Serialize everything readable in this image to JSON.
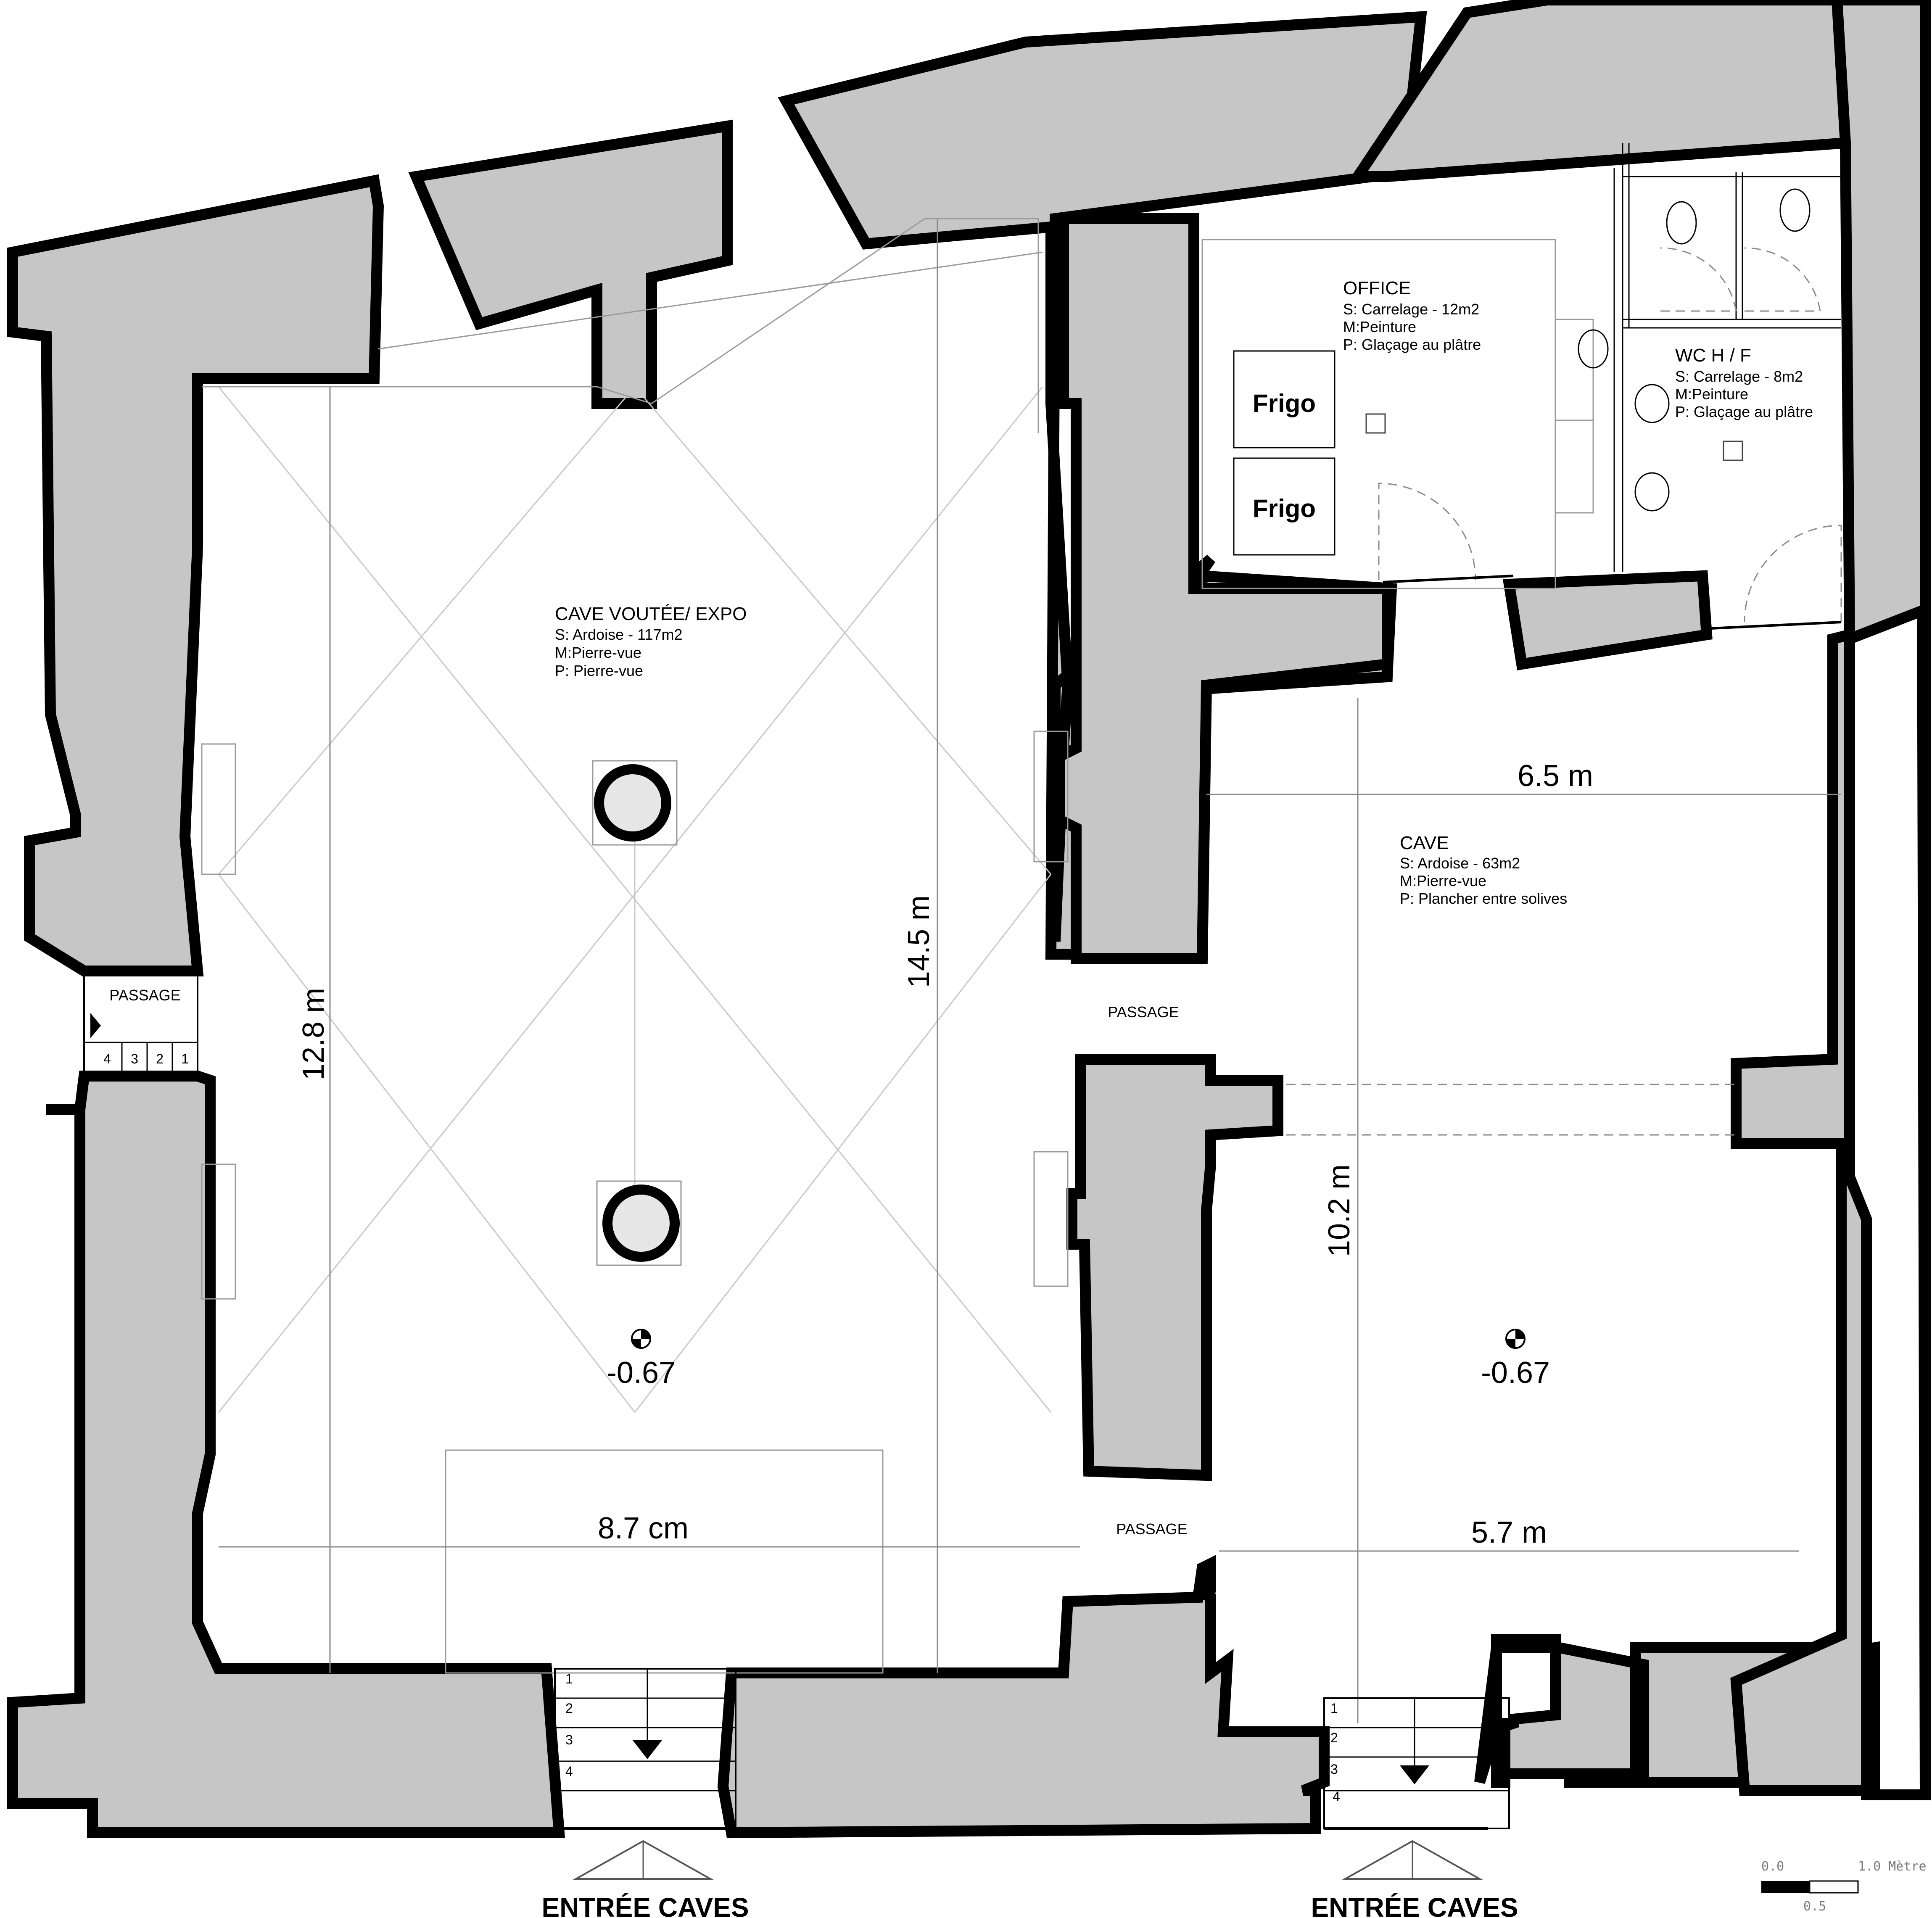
{
  "rooms": {
    "cave_voutee": {
      "title": "CAVE VOUTÉE/ EXPO",
      "sol": "S: Ardoise - 117m2",
      "murs": "M:Pierre-vue",
      "plafond": "P: Pierre-vue"
    },
    "office": {
      "title": "OFFICE",
      "sol": "S: Carrelage - 12m2",
      "murs": "M:Peinture",
      "plafond": "P: Glaçage au plâtre"
    },
    "wc": {
      "title": "WC H / F",
      "sol": "S: Carrelage - 8m2",
      "murs": "M:Peinture",
      "plafond": "P: Glaçage au plâtre"
    },
    "cave": {
      "title": "CAVE",
      "sol": "S: Ardoise - 63m2",
      "murs": "M:Pierre-vue",
      "plafond": "P: Plancher entre solives"
    }
  },
  "equipment": {
    "fridge_1": "Frigo",
    "fridge_2": "Frigo"
  },
  "dimensions": {
    "cave_voutee_height": "12.8 m",
    "cave_voutee_length": "14.5 m",
    "cave_voutee_width": "8.7 cm",
    "cave_width_top": "6.5 m",
    "cave_width_bottom": "5.7 m",
    "cave_height": "10.2 m"
  },
  "levels": {
    "left": "-0.67",
    "right": "-0.67"
  },
  "passages": {
    "left_stair": "PASSAGE",
    "middle_upper": "PASSAGE",
    "middle_lower": "PASSAGE"
  },
  "stairs": {
    "left_side_steps": [
      "4",
      "3",
      "2",
      "1"
    ],
    "entry_left_steps": [
      "1",
      "2",
      "3",
      "4"
    ],
    "entry_right_steps": [
      "1",
      "2",
      "3",
      "4"
    ]
  },
  "entries": {
    "left": "ENTRÉE CAVES",
    "right": "ENTRÉE CAVES"
  },
  "scale": {
    "zero": "0.0",
    "half": "0.5",
    "one": "1.0 Mètre"
  },
  "colors": {
    "wall_fill": "#c6c6c6",
    "wall_stroke": "#000000",
    "background": "#ffffff"
  }
}
